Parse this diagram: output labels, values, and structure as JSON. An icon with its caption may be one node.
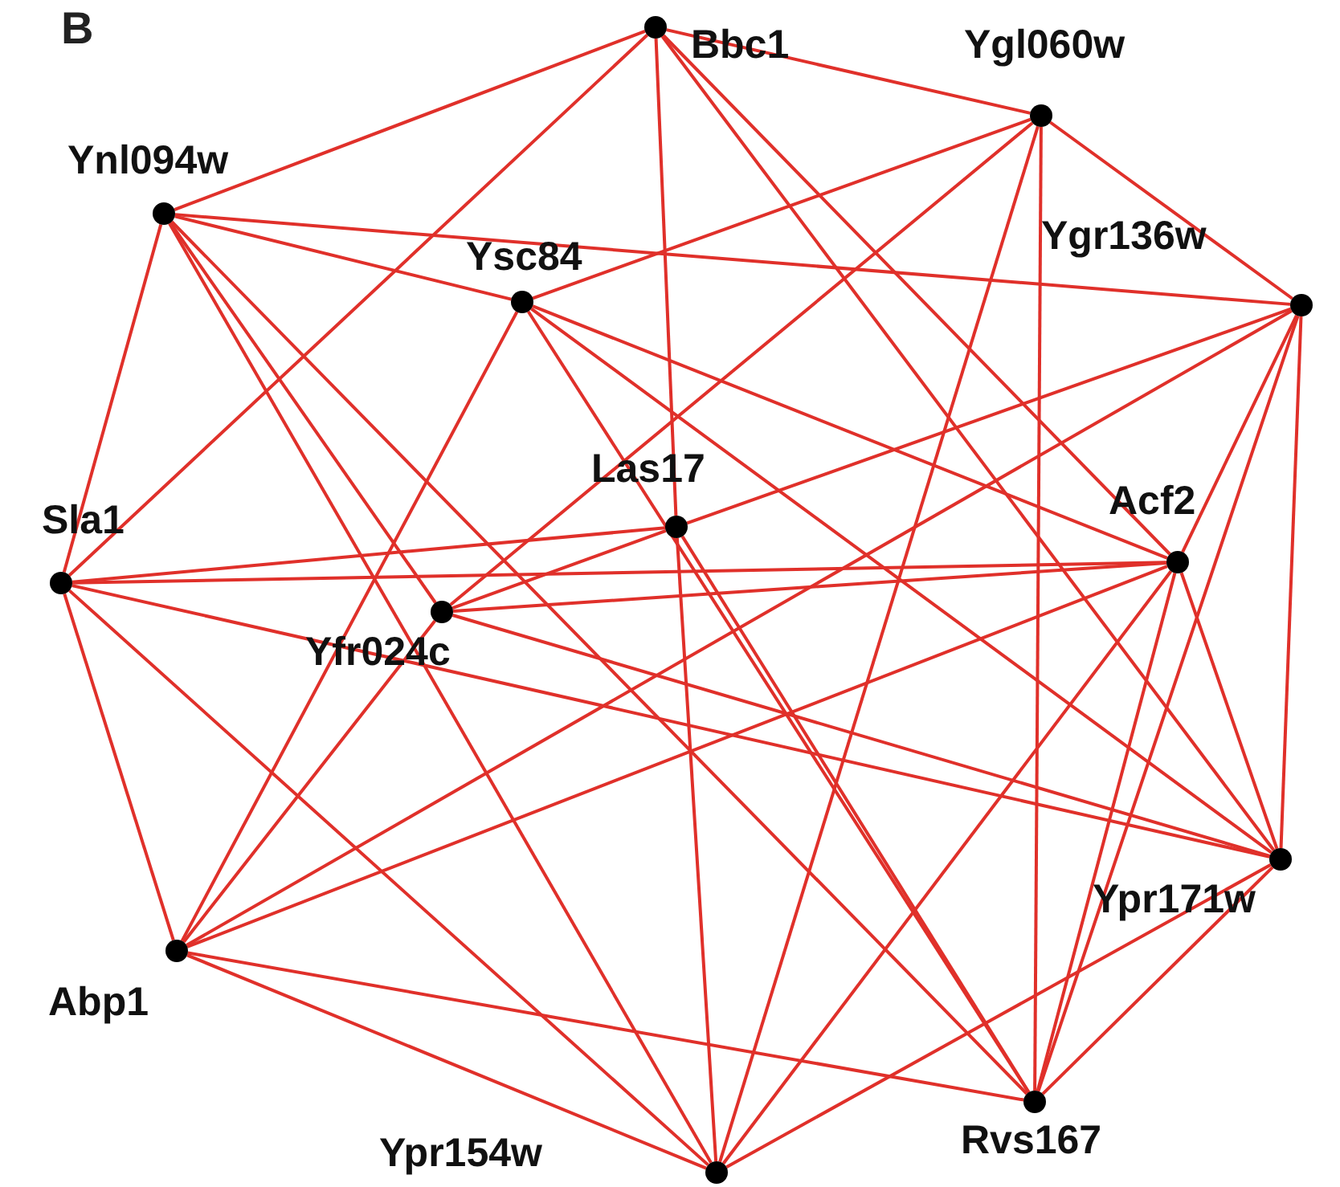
{
  "diagram": {
    "nodes": [
      {
        "text": [
          "Bbc1"
        ]
      },
      {
        "text": [
          "Ygl060w"
        ]
      },
      {
        "text": [
          "Ynl094w"
        ]
      },
      {
        "text": [
          "Ysc84"
        ]
      },
      {
        "text": [
          "Ygr136w"
        ]
      },
      {
        "text": [
          "Las17"
        ]
      },
      {
        "text": [
          "Acf2"
        ]
      },
      {
        "text": [
          "Sla1"
        ]
      },
      {
        "text": [
          "Yfr024c"
        ]
      },
      {
        "text": [
          "Ypr171w"
        ]
      },
      {
        "text": [
          "Abp1"
        ]
      },
      {
        "text": [
          "Ypr154w"
        ]
      },
      {
        "text": [
          "Rvs167"
        ]
      }
    ],
    "edges": [
      {
        "from": 0,
        "to": 2,
        "arrow": "none"
      },
      {
        "from": 0,
        "to": 7,
        "arrow": "none"
      },
      {
        "from": 0,
        "to": 5,
        "arrow": "none"
      },
      {
        "from": 0,
        "to": 1,
        "arrow": "none"
      },
      {
        "from": 0,
        "to": 6,
        "arrow": "none"
      },
      {
        "from": 0,
        "to": 9,
        "arrow": "none"
      },
      {
        "from": 1,
        "to": 4,
        "arrow": "none"
      },
      {
        "from": 1,
        "to": 3,
        "arrow": "none"
      },
      {
        "from": 1,
        "to": 8,
        "arrow": "none"
      },
      {
        "from": 1,
        "to": 11,
        "arrow": "none"
      },
      {
        "from": 1,
        "to": 12,
        "arrow": "none"
      },
      {
        "from": 2,
        "to": 4,
        "arrow": "none"
      },
      {
        "from": 2,
        "to": 3,
        "arrow": "none"
      },
      {
        "from": 2,
        "to": 7,
        "arrow": "none"
      },
      {
        "from": 2,
        "to": 8,
        "arrow": "none"
      },
      {
        "from": 2,
        "to": 11,
        "arrow": "none"
      },
      {
        "from": 2,
        "to": 12,
        "arrow": "none"
      },
      {
        "from": 3,
        "to": 10,
        "arrow": "none"
      },
      {
        "from": 3,
        "to": 6,
        "arrow": "none"
      },
      {
        "from": 3,
        "to": 9,
        "arrow": "none"
      },
      {
        "from": 3,
        "to": 12,
        "arrow": "none"
      },
      {
        "from": 4,
        "to": 6,
        "arrow": "none"
      },
      {
        "from": 4,
        "to": 9,
        "arrow": "none"
      },
      {
        "from": 4,
        "to": 5,
        "arrow": "none"
      },
      {
        "from": 4,
        "to": 10,
        "arrow": "none"
      },
      {
        "from": 4,
        "to": 12,
        "arrow": "none"
      },
      {
        "from": 5,
        "to": 7,
        "arrow": "none"
      },
      {
        "from": 5,
        "to": 8,
        "arrow": "none"
      },
      {
        "from": 5,
        "to": 11,
        "arrow": "none"
      },
      {
        "from": 5,
        "to": 12,
        "arrow": "none"
      },
      {
        "from": 6,
        "to": 7,
        "arrow": "none"
      },
      {
        "from": 6,
        "to": 8,
        "arrow": "none"
      },
      {
        "from": 6,
        "to": 10,
        "arrow": "none"
      },
      {
        "from": 6,
        "to": 9,
        "arrow": "none"
      },
      {
        "from": 6,
        "to": 12,
        "arrow": "none"
      },
      {
        "from": 6,
        "to": 11,
        "arrow": "none"
      },
      {
        "from": 7,
        "to": 9,
        "arrow": "none"
      },
      {
        "from": 7,
        "to": 11,
        "arrow": "none"
      },
      {
        "from": 7,
        "to": 10,
        "arrow": "none"
      },
      {
        "from": 8,
        "to": 10,
        "arrow": "none"
      },
      {
        "from": 8,
        "to": 9,
        "arrow": "none"
      },
      {
        "from": 9,
        "to": 12,
        "arrow": "none"
      },
      {
        "from": 9,
        "to": 11,
        "arrow": "none"
      },
      {
        "from": 10,
        "to": 11,
        "arrow": "none"
      },
      {
        "from": 10,
        "to": 12,
        "arrow": "none"
      }
    ],
    "labels": [
      "B"
    ]
  }
}
